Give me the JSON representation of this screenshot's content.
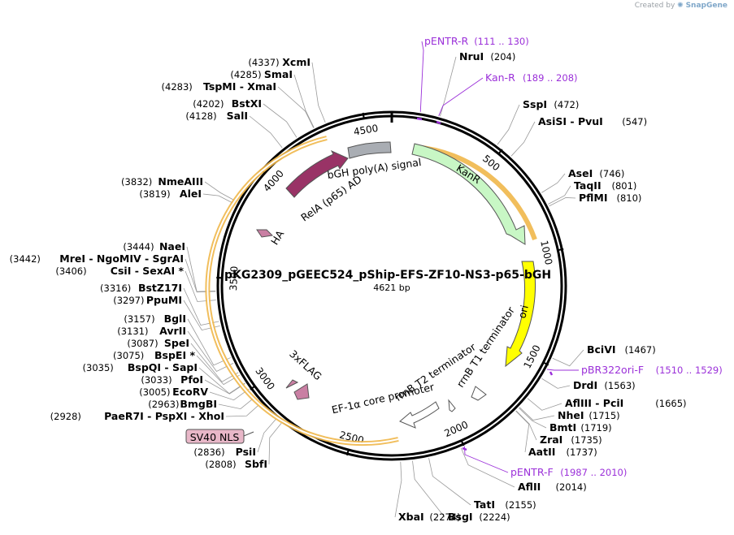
{
  "credit": {
    "prefix": "Created by",
    "brand": "SnapGene"
  },
  "plasmid": {
    "name": "pKG2309_pGEEC524_pShip-EFS-ZF10-NS3-p65-bGH",
    "length_label": "4621 bp",
    "length": 4621
  },
  "ticks": [
    {
      "label": "500",
      "pos": 500
    },
    {
      "label": "1000",
      "pos": 1000
    },
    {
      "label": "1500",
      "pos": 1500
    },
    {
      "label": "2000",
      "pos": 2000
    },
    {
      "label": "2500",
      "pos": 2500
    },
    {
      "label": "3000",
      "pos": 3000
    },
    {
      "label": "3500",
      "pos": 3500
    },
    {
      "label": "4000",
      "pos": 4000
    },
    {
      "label": "4500",
      "pos": 4500
    }
  ],
  "enzymes": [
    {
      "name": "XcmI",
      "pos": "(4337)"
    },
    {
      "name": "SmaI",
      "pos": "(4285)"
    },
    {
      "name": "TspMI - XmaI",
      "pos": "(4283)"
    },
    {
      "name": "BstXI",
      "pos": "(4202)"
    },
    {
      "name": "SalI",
      "pos": "(4128)"
    },
    {
      "name": "NmeAIII",
      "pos": "(3832)"
    },
    {
      "name": "AleI",
      "pos": "(3819)"
    },
    {
      "name": "NaeI",
      "pos": "(3444)"
    },
    {
      "name": "MreI - NgoMIV - SgrAI",
      "pos": "(3442)"
    },
    {
      "name": "CsiI - SexAI *",
      "pos": "(3406)"
    },
    {
      "name": "BstZ17I",
      "pos": "(3316)"
    },
    {
      "name": "PpuMI",
      "pos": "(3297)"
    },
    {
      "name": "BglI",
      "pos": "(3157)"
    },
    {
      "name": "AvrII",
      "pos": "(3131)"
    },
    {
      "name": "SpeI",
      "pos": "(3087)"
    },
    {
      "name": "BspEI *",
      "pos": "(3075)"
    },
    {
      "name": "BspQI - SapI",
      "pos": "(3035)"
    },
    {
      "name": "PfoI",
      "pos": "(3033)"
    },
    {
      "name": "EcoRV",
      "pos": "(3005)"
    },
    {
      "name": "BmgBI",
      "pos": "(2963)"
    },
    {
      "name": "PaeR7I - PspXI - XhoI",
      "pos": "(2928)"
    },
    {
      "name": "PsiI",
      "pos": "(2836)"
    },
    {
      "name": "SbfI",
      "pos": "(2808)"
    },
    {
      "name": "XbaI",
      "pos": "(2274)"
    },
    {
      "name": "BsgI",
      "pos": "(2224)"
    },
    {
      "name": "TatI",
      "pos": "(2155)"
    },
    {
      "name": "AflII",
      "pos": "(2014)"
    },
    {
      "name": "AatII",
      "pos": "(1737)"
    },
    {
      "name": "ZraI",
      "pos": "(1735)"
    },
    {
      "name": "BmtI",
      "pos": "(1719)"
    },
    {
      "name": "NheI",
      "pos": "(1715)"
    },
    {
      "name": "AflIII - PciI",
      "pos": "(1665)"
    },
    {
      "name": "DrdI",
      "pos": "(1563)"
    },
    {
      "name": "BciVI",
      "pos": "(1467)"
    },
    {
      "name": "PflMI",
      "pos": "(810)"
    },
    {
      "name": "TaqII",
      "pos": "(801)"
    },
    {
      "name": "AseI",
      "pos": "(746)"
    },
    {
      "name": "AsiSI - PvuI",
      "pos": "(547)"
    },
    {
      "name": "SspI",
      "pos": "(472)"
    },
    {
      "name": "NruI",
      "pos": "(204)"
    }
  ],
  "primers": [
    {
      "name": "pENTR-R",
      "pos": "(111 .. 130)"
    },
    {
      "name": "Kan-R",
      "pos": "(189 .. 208)"
    },
    {
      "name": "pBR322ori-F",
      "pos": "(1510 .. 1529)"
    },
    {
      "name": "pENTR-F",
      "pos": "(1987 .. 2010)"
    }
  ],
  "features": [
    {
      "name": "KanR",
      "color": "#c8f7c5"
    },
    {
      "name": "ori",
      "color": "#ffff00"
    },
    {
      "name": "rrnB T1 terminator",
      "color": "#ffffff"
    },
    {
      "name": "rrnB T2 terminator",
      "color": "#ffffff"
    },
    {
      "name": "EF-1α core promoter",
      "color": "#ffffff"
    },
    {
      "name": "3xFLAG",
      "color": "#c97fa3"
    },
    {
      "name": "SV40 NLS",
      "color": "#e8b7c8"
    },
    {
      "name": "HA",
      "color": "#c97fa3"
    },
    {
      "name": "RelA (p65) AD",
      "color": "#993366"
    },
    {
      "name": "bGH poly(A) signal",
      "color": "#a9adb3"
    }
  ],
  "colors": {
    "primer": "#9b30d9",
    "orf_outline": "#f0b74a",
    "backbone": "#000000"
  }
}
